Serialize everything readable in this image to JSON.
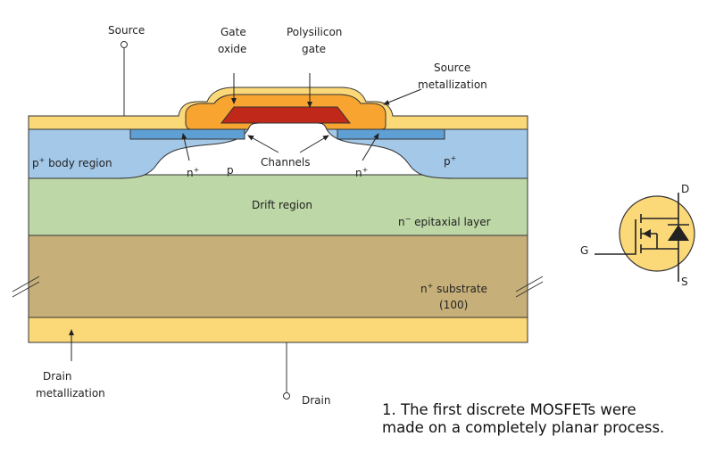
{
  "diagram": {
    "labels": {
      "source": "Source",
      "gate_oxide_1": "Gate",
      "gate_oxide_2": "oxide",
      "poly_1": "Polysilicon",
      "poly_2": "gate",
      "source_metal_1": "Source",
      "source_metal_2": "metallization",
      "p_body": "p",
      "p_body_sup": "+",
      "p_body_rest": " body region",
      "n_left": "n",
      "n_left_sup": "+",
      "p_small": "p",
      "channels": "Channels",
      "n_right": "n",
      "n_right_sup": "+",
      "p_right": "p",
      "p_right_sup": "+",
      "drift": "Drift region",
      "epi": "n",
      "epi_sup": "−",
      "epi_rest": " epitaxial layer",
      "substrate": "n",
      "substrate_sup": "+",
      "substrate_rest": " substrate",
      "substrate_orient": "(100)",
      "drain_metal_1": "Drain",
      "drain_metal_2": "metallization",
      "drain": "Drain"
    },
    "symbol": {
      "d": "D",
      "g": "G",
      "s": "S"
    }
  },
  "caption": {
    "line1": "1. The first discrete MOSFETs were",
    "line2": "made on a completely planar process."
  },
  "colors": {
    "metal": "#FBD878",
    "oxide": "#F7A530",
    "poly": "#C0281A",
    "p_body": "#A4C8E8",
    "n_plus": "#5E9FD4",
    "drift": "#BDD7A6",
    "substrate": "#C7AF79",
    "outline": "#333333"
  }
}
